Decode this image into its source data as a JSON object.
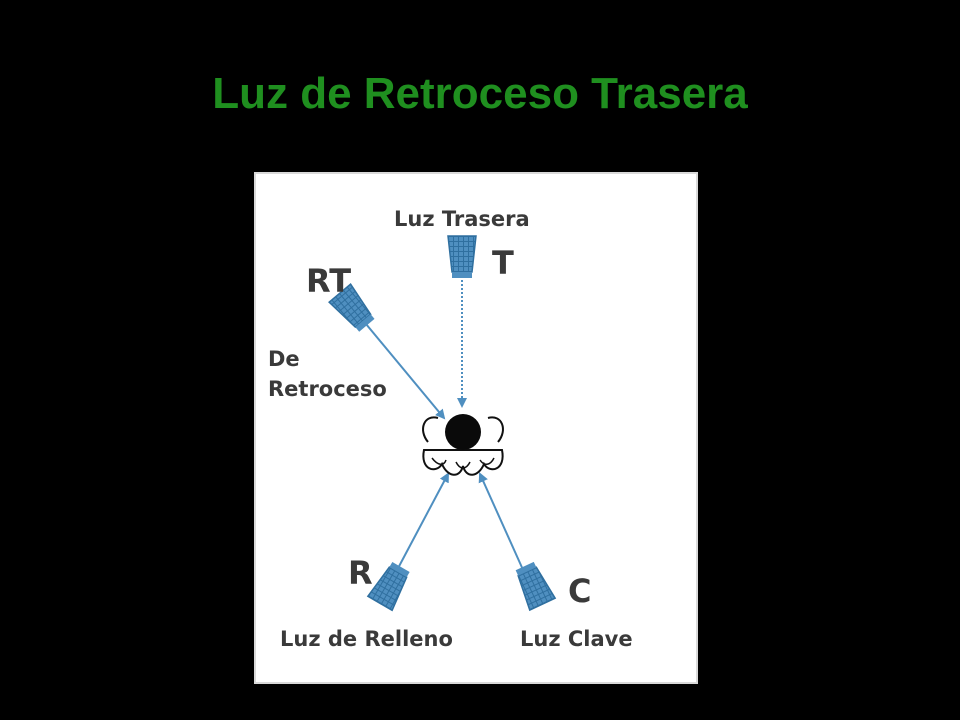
{
  "slide": {
    "title": "Luz de Retroceso Trasera",
    "title_color": "#1f8f1f",
    "background_color": "#000000"
  },
  "diagram": {
    "light_color": "#4f8fc0",
    "label_color": "#3a3a3a",
    "subject_icon": "subject-head-icon",
    "lights": {
      "back": {
        "letter": "T",
        "label": "Luz Trasera",
        "icon": "spotlight-icon"
      },
      "kicker": {
        "letter": "RT",
        "label_line1": "De",
        "label_line2": "Retroceso",
        "icon": "spotlight-icon"
      },
      "fill": {
        "letter": "R",
        "label": "Luz de Relleno",
        "icon": "spotlight-icon"
      },
      "key": {
        "letter": "C",
        "label": "Luz Clave",
        "icon": "spotlight-icon"
      }
    }
  }
}
